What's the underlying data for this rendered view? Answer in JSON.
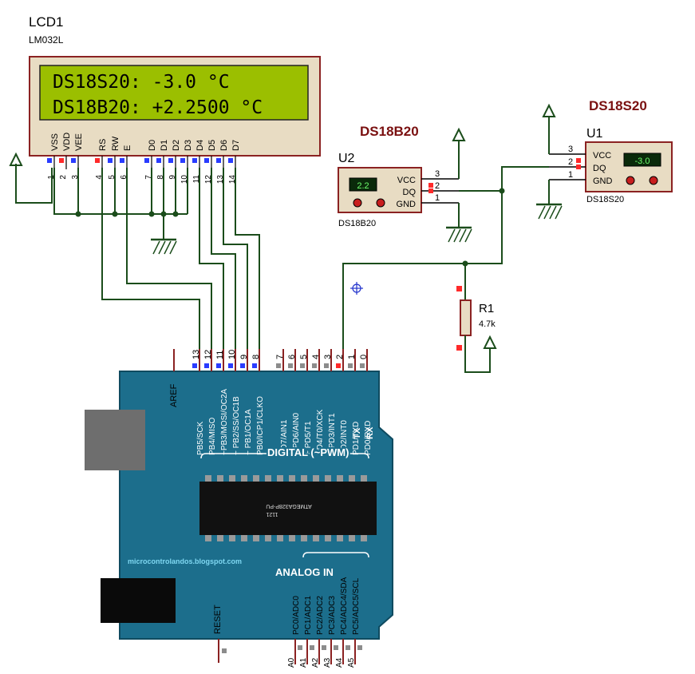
{
  "lcd": {
    "ref": "LCD1",
    "model": "LM032L",
    "line1": "DS18S20:  -3.0 °C",
    "line2": "DS18B20:  +2.2500 °C",
    "pin_labels": [
      "VSS",
      "VDD",
      "VEE",
      "RS",
      "RW",
      "E",
      "D0",
      "D1",
      "D2",
      "D3",
      "D4",
      "D5",
      "D6",
      "D7"
    ],
    "pin_numbers": [
      "1",
      "2",
      "3",
      "4",
      "5",
      "6",
      "7",
      "8",
      "9",
      "10",
      "11",
      "12",
      "13",
      "14"
    ]
  },
  "u2": {
    "title": "DS18B20",
    "ref": "U2",
    "part": "DS18B20",
    "reading": "2.2",
    "pins": [
      "VCC",
      "DQ",
      "GND"
    ],
    "pin_numbers": [
      "3",
      "2",
      "1"
    ]
  },
  "u1": {
    "title": "DS18S20",
    "ref": "U1",
    "part": "DS18S20",
    "reading": "-3.0",
    "pins": [
      "VCC",
      "DQ",
      "GND"
    ],
    "pin_numbers": [
      "3",
      "2",
      "1"
    ]
  },
  "r1": {
    "ref": "R1",
    "value": "4.7k"
  },
  "arduino": {
    "top_header": [
      {
        "num": "13",
        "label": "PB5/SCK"
      },
      {
        "num": "12",
        "label": "PB4/MISO"
      },
      {
        "num": "11",
        "label": "~PB3/MOSI/OC2A"
      },
      {
        "num": "10",
        "label": "~ PB2/SS/OC1B"
      },
      {
        "num": "9",
        "label": "~ PB1/OC1A"
      },
      {
        "num": "8",
        "label": "PB0/ICP1/CLKO"
      },
      {
        "num": "7",
        "label": "PD7/AIN1"
      },
      {
        "num": "6",
        "label": "~ PD6/AIN0"
      },
      {
        "num": "5",
        "label": "~ PD5/T1"
      },
      {
        "num": "4",
        "label": "PD4/T0/XCK"
      },
      {
        "num": "3",
        "label": "~ PD3/INT1"
      },
      {
        "num": "2",
        "label": "PD2/INT0"
      },
      {
        "num": "1",
        "label": "PD1/TXD"
      },
      {
        "num": "0",
        "label": "PD0/RXD"
      }
    ],
    "aref": "AREF",
    "tx": "TX",
    "rx": "RX",
    "digital_label": "DIGITAL (~PWM)",
    "chip_text": "ATMEGA328P-PU",
    "chip_code": "1121",
    "watermark": "microcontrolandos.blogspot.com",
    "analog_label": "ANALOG IN",
    "reset": "RESET",
    "analog_pins": [
      {
        "name": "A0",
        "label": "PC0/ADC0"
      },
      {
        "name": "A1",
        "label": "PC1/ADC1"
      },
      {
        "name": "A2",
        "label": "PC2/ADC2"
      },
      {
        "name": "A3",
        "label": "PC3/ADC3"
      },
      {
        "name": "A4",
        "label": "PC4/ADC4/SDA"
      },
      {
        "name": "A5",
        "label": "PC5/ADC5/SCL"
      }
    ]
  },
  "colors": {
    "board": "#1c6e8c",
    "lcd_body": "#e8dcc3",
    "lcd_screen": "#9bbf00",
    "component_title": "#7a1010",
    "wire": "#1b4d1b",
    "chip": "#111111"
  }
}
